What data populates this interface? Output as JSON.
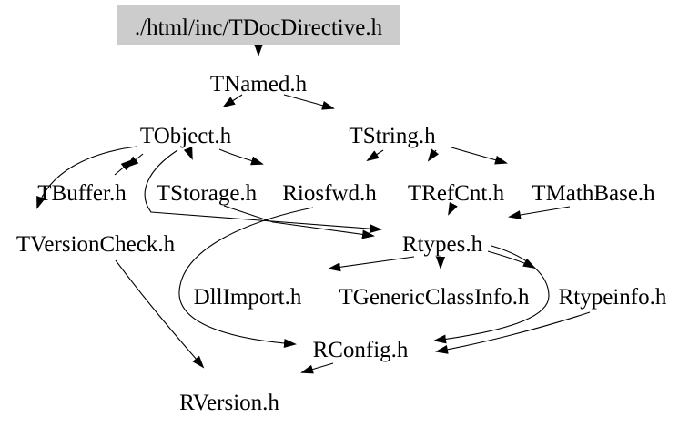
{
  "graph": {
    "root_node": "./html/inc/TDocDirective.h",
    "nodes": [
      {
        "id": "tdocdirective",
        "label": "./html/inc/TDocDirective.h",
        "highlighted": true
      },
      {
        "id": "tnamed",
        "label": "TNamed.h"
      },
      {
        "id": "tobject",
        "label": "TObject.h"
      },
      {
        "id": "tstring",
        "label": "TString.h"
      },
      {
        "id": "tbuffer",
        "label": "TBuffer.h"
      },
      {
        "id": "tstorage",
        "label": "TStorage.h"
      },
      {
        "id": "riosfwd",
        "label": "Riosfwd.h"
      },
      {
        "id": "trefcnt",
        "label": "TRefCnt.h"
      },
      {
        "id": "tmathbase",
        "label": "TMathBase.h"
      },
      {
        "id": "tversioncheck",
        "label": "TVersionCheck.h"
      },
      {
        "id": "rtypes",
        "label": "Rtypes.h"
      },
      {
        "id": "dllimport",
        "label": "DllImport.h"
      },
      {
        "id": "tgenericclassinfo",
        "label": "TGenericClassInfo.h"
      },
      {
        "id": "rtypeinfo",
        "label": "Rtypeinfo.h"
      },
      {
        "id": "rconfig",
        "label": "RConfig.h"
      },
      {
        "id": "rversion",
        "label": "RVersion.h"
      }
    ],
    "edges": [
      {
        "from": "./html/inc/TDocDirective.h",
        "to": "TNamed.h"
      },
      {
        "from": "TNamed.h",
        "to": "TObject.h"
      },
      {
        "from": "TNamed.h",
        "to": "TString.h"
      },
      {
        "from": "TBuffer.h",
        "to": "TObject.h"
      },
      {
        "from": "TObject.h",
        "to": "TBuffer.h"
      },
      {
        "from": "TObject.h",
        "to": "TStorage.h"
      },
      {
        "from": "TObject.h",
        "to": "Riosfwd.h"
      },
      {
        "from": "TObject.h",
        "to": "TVersionCheck.h"
      },
      {
        "from": "TObject.h",
        "to": "Rtypes.h"
      },
      {
        "from": "TStorage.h",
        "to": "Rtypes.h"
      },
      {
        "from": "TString.h",
        "to": "Riosfwd.h"
      },
      {
        "from": "TString.h",
        "to": "TRefCnt.h"
      },
      {
        "from": "TString.h",
        "to": "TMathBase.h"
      },
      {
        "from": "TRefCnt.h",
        "to": "Rtypes.h"
      },
      {
        "from": "TMathBase.h",
        "to": "Rtypes.h"
      },
      {
        "from": "Riosfwd.h",
        "to": "RConfig.h"
      },
      {
        "from": "Rtypes.h",
        "to": "DllImport.h"
      },
      {
        "from": "Rtypes.h",
        "to": "TGenericClassInfo.h"
      },
      {
        "from": "Rtypes.h",
        "to": "Rtypeinfo.h"
      },
      {
        "from": "Rtypes.h",
        "to": "RConfig.h"
      },
      {
        "from": "Rtypeinfo.h",
        "to": "RConfig.h"
      },
      {
        "from": "TVersionCheck.h",
        "to": "RVersion.h"
      },
      {
        "from": "RConfig.h",
        "to": "RVersion.h"
      }
    ]
  },
  "colors": {
    "background": "#ffffff",
    "highlight_bg": "#cccccc",
    "edge": "#000000",
    "text": "#000000"
  }
}
